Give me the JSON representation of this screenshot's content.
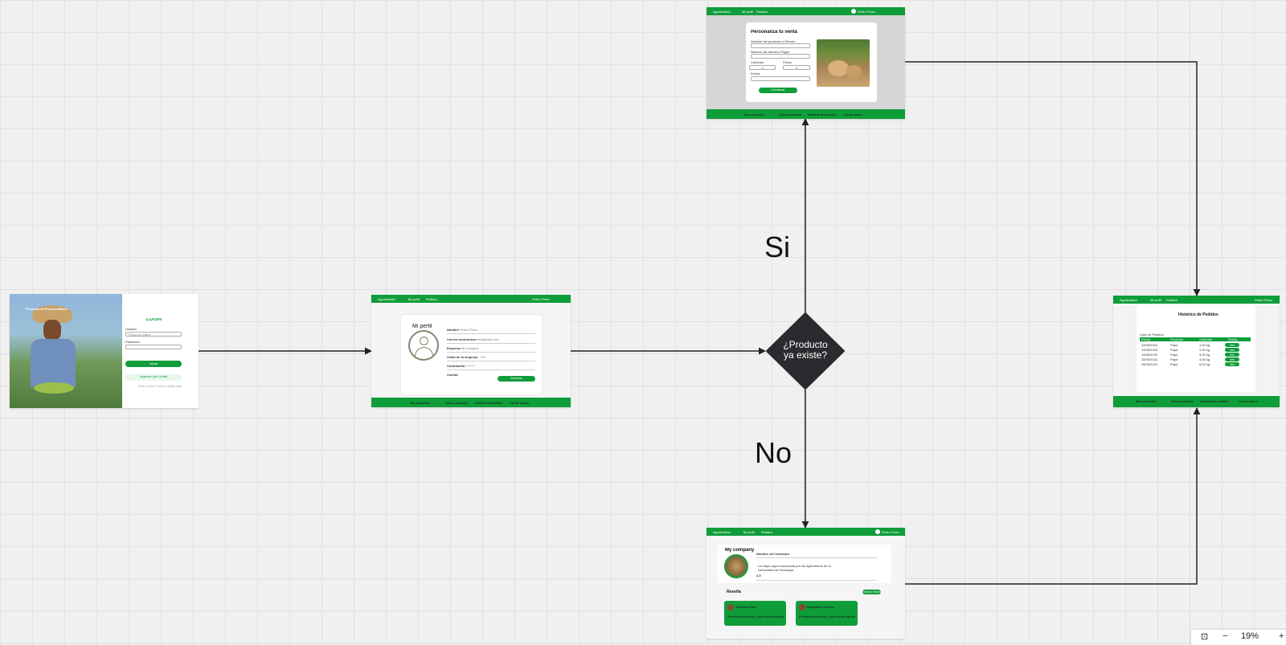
{
  "decision": {
    "line1": "¿Producto",
    "line2": "ya existe?"
  },
  "labels": {
    "yes": "Si",
    "no": "No"
  },
  "login": {
    "hero_text": "Proyecto de Primary Marco",
    "title": "LOGIN",
    "email_label": "Usuario",
    "email_value": "Ponga su Datos",
    "password_label": "Password",
    "login_button": "Iniciar",
    "google_button": "Ingresar con Gmail",
    "footer_text": "Eres nuevo? Crea cuenta aqui"
  },
  "profile": {
    "nav_brand": "Agroferiador",
    "nav_links": [
      "Mi perfil",
      "Pedidos"
    ],
    "nav_user": "Pedro Perez",
    "title": "Mi perfil",
    "rows": [
      {
        "label": "Nombre",
        "value": "Pedro Perez"
      },
      {
        "label": "Correo electrónico",
        "value": "correo@gmail.com"
      },
      {
        "label": "Empresa",
        "value": "Mi company"
      },
      {
        "label": "Visita de la empresa",
        "value": "Ver"
      },
      {
        "label": "Contraseña",
        "value": "********"
      },
      {
        "label": "Cuenta",
        "value": ""
      }
    ],
    "save_button": "Guardar",
    "footer_links": [
      "Mis productos",
      "Nuevo producto",
      "Historial de pedidos",
      "Cerrar sesion"
    ]
  },
  "sale": {
    "title": "Personaliza tu venta",
    "fields": [
      "Nombre del producto a Ofrecer",
      "Numero de cuenta a Pagar",
      "Cantidad",
      "Precio",
      "Fecha"
    ],
    "quantity_placeholder": "0",
    "price_placeholder": "0",
    "submit_button": "Continuar",
    "footer_links": [
      "Mis productos",
      "Nuevo producto",
      "Historial de pedidos",
      "Cerrar sesion"
    ]
  },
  "orders": {
    "title": "Histórico de Pedidos",
    "subtitle": "Lista de Pedidos",
    "columns": [
      "Fecha",
      "Producto",
      "Cantidad",
      "Estado"
    ],
    "rows": [
      [
        "12/05/2023",
        "Papa",
        "1,00 kg",
        "Ver"
      ],
      [
        "13/05/2023",
        "Papa",
        "2,00 kg",
        "Ver"
      ],
      [
        "14/05/2023",
        "Papa",
        "3,00 kg",
        "Ver"
      ],
      [
        "15/05/2023",
        "Papa",
        "4,00 kg",
        "Ver"
      ],
      [
        "16/05/2023",
        "Papa",
        "5,00 kg",
        "Ver"
      ]
    ],
    "footer_links": [
      "Mis productos",
      "Nuevo producto",
      "Historial de pedidos",
      "Cerrar sesion"
    ]
  },
  "company": {
    "title": "My company",
    "seller_label": "Nombre del Vendedor",
    "description": "La mejor papa cosechada por los agricultores de la comunidad de Huancayo.",
    "rating": "4.5",
    "reviews_title": "Reseña",
    "add_review_button": "Nueva reseña",
    "reviews": [
      {
        "author": "Alejandro Ruiz",
        "text": "Excelente producto, muy buena calidad"
      },
      {
        "author": "Magdalena Gomez",
        "text": "Excelente producto, muy buena calidad"
      }
    ]
  },
  "zoom": {
    "level": "19%"
  },
  "colors": {
    "brand_green": "#0f9d3a",
    "diamond": "#2b2b2f",
    "connector": "#222222"
  }
}
